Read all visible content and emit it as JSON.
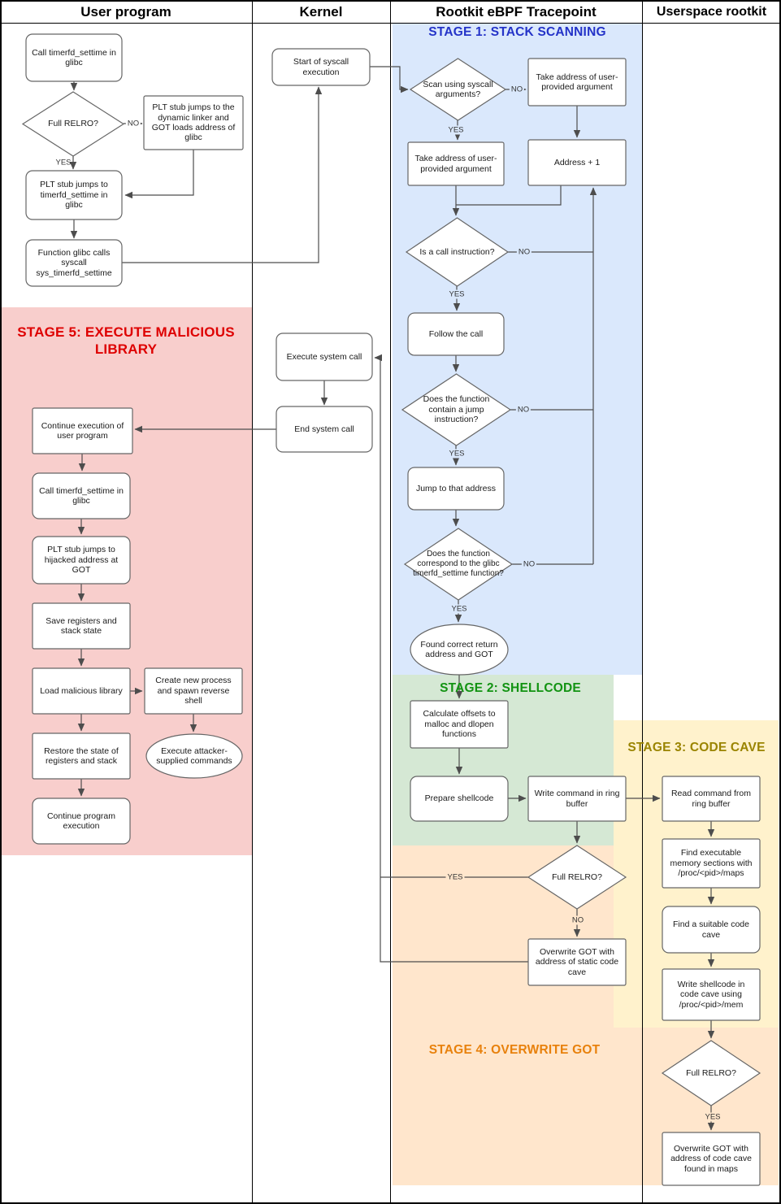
{
  "lanes": {
    "user_program": "User program",
    "kernel": "Kernel",
    "tracepoint": "Rootkit eBPF Tracepoint",
    "userspace": "Userspace rootkit"
  },
  "stages": {
    "stage1": "STAGE 1: STACK SCANNING",
    "stage2": "STAGE 2: SHELLCODE",
    "stage3": "STAGE 3: CODE CAVE",
    "stage4": "STAGE 4: OVERWRITE GOT",
    "stage5": "STAGE 5: EXECUTE MALICIOUS LIBRARY"
  },
  "nodes": {
    "call_settime": "Call timerfd_settime in glibc",
    "full_relro_user": "Full RELRO?",
    "plt_dynamic_linker": "PLT stub jumps to the dynamic linker and GOT loads address of glibc",
    "plt_settime": "PLT stub jumps to timerfd_settime in glibc",
    "glibc_syscall": "Function glibc calls syscall sys_timerfd_settime",
    "syscall_start": "Start of syscall execution",
    "execute_syscall": "Execute system call",
    "end_syscall": "End system call",
    "scan_args": "Scan using syscall arguments?",
    "take_address_no": "Take address of user-provided argument",
    "take_address_yes": "Take address of user-provided argument",
    "address_plus_one": "Address + 1",
    "is_call": "Is a call instruction?",
    "follow_call": "Follow the call",
    "contains_jump": "Does the function contain a jump instruction?",
    "jump_address": "Jump to that address",
    "corresponds_glibc": "Does the function correspond to the glibc timerfd_settime function?",
    "found_got": "Found correct return address and GOT",
    "calc_offsets": "Calculate offsets to malloc and dlopen functions",
    "prepare_shellcode": "Prepare shellcode",
    "write_ringbuf": "Write command in ring buffer",
    "read_ringbuf": "Read command from ring buffer",
    "find_exec_sections": "Find executable memory sections with /proc/<pid>/maps",
    "find_code_cave": "Find a suitable code cave",
    "write_shellcode_cave": "Write shellcode in code cave using /proc/<pid>/mem",
    "full_relro_ebpf": "Full RELRO?",
    "overwrite_got_static": "Overwrite GOT with address of static code cave",
    "full_relro_userspace": "Full RELRO?",
    "overwrite_got_maps": "Overwrite GOT with address of code cave found in maps",
    "continue_user_program": "Continue execution of user program",
    "call_settime_2": "Call timerfd_settime in glibc",
    "plt_hijacked": "PLT stub jumps to hijacked address at GOT",
    "save_registers": "Save registers and stack state",
    "load_malicious": "Load malicious library",
    "create_process": "Create new process and spawn reverse shell",
    "restore_registers": "Restore the state of registers and stack",
    "execute_commands": "Execute attacker-supplied commands",
    "continue_program": "Continue program execution"
  },
  "edge_labels": {
    "yes": "YES",
    "no": "NO"
  },
  "colors": {
    "stage1_fill": "#dae8fc",
    "stage2_fill": "#d5e8d4",
    "stage3_fill": "#fff2cc",
    "stage4_fill": "#ffe6cc",
    "stage5_fill": "#f8cecc",
    "stage1_title": "#2433C8",
    "stage2_title": "#129312",
    "stage3_title": "#9A8400",
    "stage4_title": "#E8810C",
    "stage5_title": "#DE0000",
    "edge": "#4d4d4d",
    "node_border": "#666666"
  }
}
